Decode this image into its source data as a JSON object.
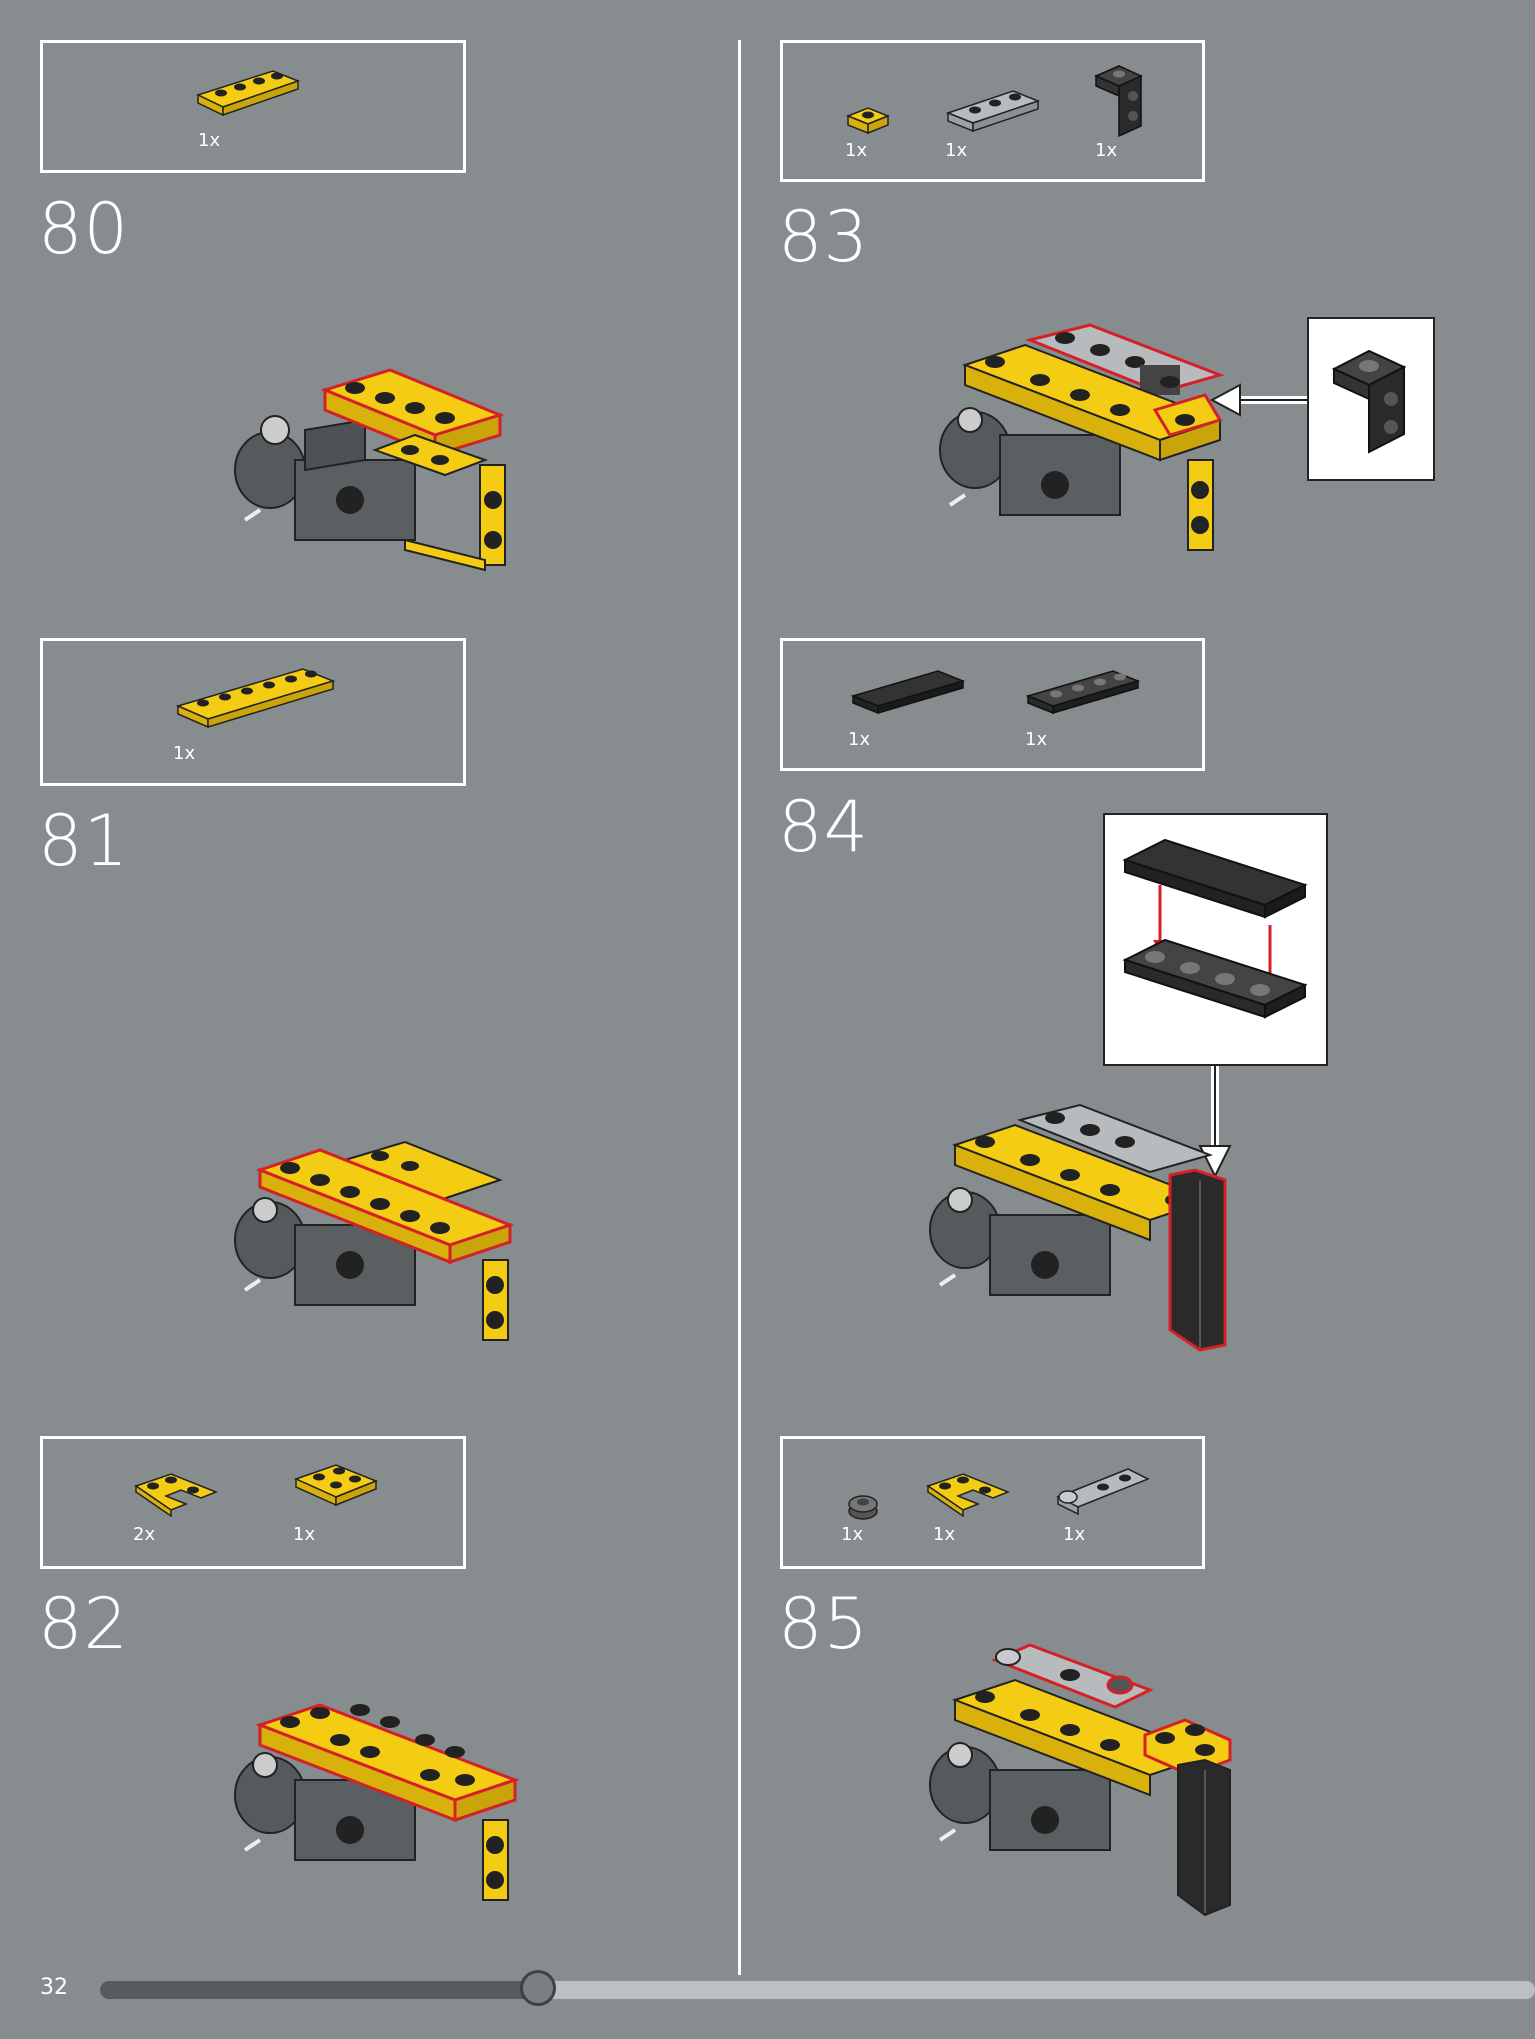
{
  "page": {
    "number": "32",
    "progress": 0.305
  },
  "steps": [
    {
      "number": "80",
      "parts": [
        {
          "qty": "1x",
          "icon": "yellow-plate-1x4"
        }
      ]
    },
    {
      "number": "81",
      "parts": [
        {
          "qty": "1x",
          "icon": "yellow-plate-1x6"
        }
      ]
    },
    {
      "number": "82",
      "parts": [
        {
          "qty": "2x",
          "icon": "yellow-corner-plate"
        },
        {
          "qty": "1x",
          "icon": "yellow-plate-2x2"
        }
      ]
    },
    {
      "number": "83",
      "parts": [
        {
          "qty": "1x",
          "icon": "yellow-plate-1x1"
        },
        {
          "qty": "1x",
          "icon": "gray-plate-1x3"
        },
        {
          "qty": "1x",
          "icon": "black-bracket"
        }
      ]
    },
    {
      "number": "84",
      "parts": [
        {
          "qty": "1x",
          "icon": "black-tile-1x4"
        },
        {
          "qty": "1x",
          "icon": "black-plate-1x4"
        }
      ]
    },
    {
      "number": "85",
      "parts": [
        {
          "qty": "1x",
          "icon": "gray-round-plate"
        },
        {
          "qty": "1x",
          "icon": "yellow-corner-plate"
        },
        {
          "qty": "1x",
          "icon": "gray-hinge-plate"
        }
      ]
    }
  ],
  "colors": {
    "background": "#878d8f",
    "yellow": "#f5cc14",
    "dark": "#3a3c3e",
    "highlight": "#d42027"
  }
}
